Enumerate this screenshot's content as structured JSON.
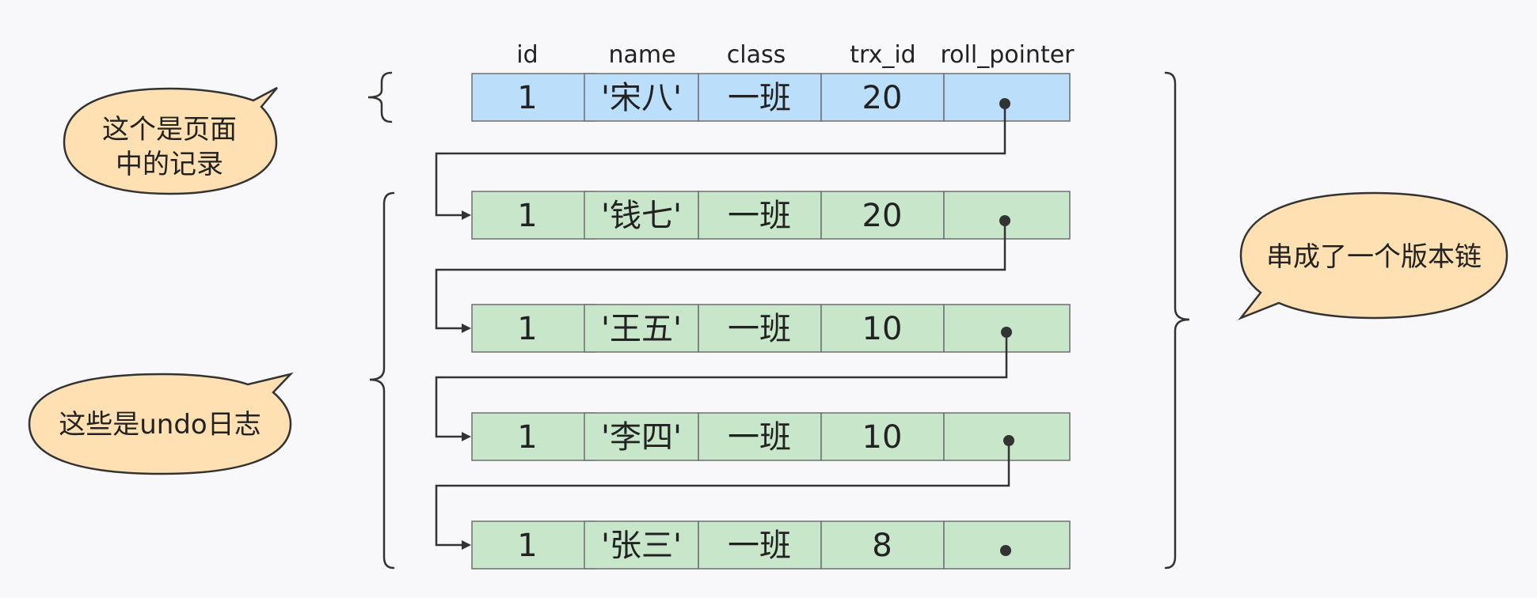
{
  "headers": [
    "id",
    "name",
    "class",
    "trx_id",
    "roll_pointer"
  ],
  "rows": [
    {
      "kind": "page",
      "cells": [
        "1",
        "'宋八'",
        "一班",
        "20",
        ""
      ]
    },
    {
      "kind": "undo",
      "cells": [
        "1",
        "'钱七'",
        "一班",
        "20",
        ""
      ]
    },
    {
      "kind": "undo",
      "cells": [
        "1",
        "'王五'",
        "一班",
        "10",
        ""
      ]
    },
    {
      "kind": "undo",
      "cells": [
        "1",
        "'李四'",
        "一班",
        "10",
        ""
      ]
    },
    {
      "kind": "undo",
      "cells": [
        "1",
        "'张三'",
        "一班",
        "8",
        ""
      ]
    }
  ],
  "callouts": {
    "page_record": [
      "这个是页面",
      "中的记录"
    ],
    "undo_log": [
      "这些是undo日志"
    ],
    "version_chain": [
      "串成了一个版本链"
    ]
  },
  "colors": {
    "page_row": "#bbdefb",
    "undo_row": "#c8e6c9",
    "bubble": "#ffe0b2",
    "stroke": "#333333",
    "cell_border": "#6f6f6f"
  }
}
